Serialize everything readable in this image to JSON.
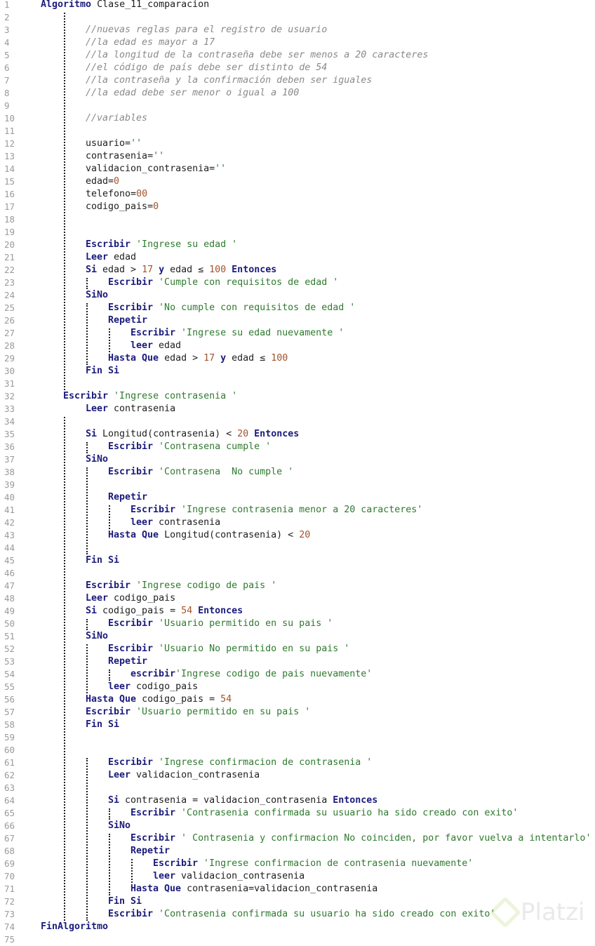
{
  "code": {
    "lines": [
      {
        "n": "1",
        "indent": 0,
        "tokens": [
          [
            "k",
            "Algoritmo"
          ],
          [
            "t",
            " Clase_11_comparacion"
          ]
        ]
      },
      {
        "n": "2",
        "indent": 0,
        "tokens": []
      },
      {
        "n": "3",
        "indent": 2,
        "tokens": [
          [
            "c",
            "//nuevas reglas para el registro de usuario"
          ]
        ]
      },
      {
        "n": "4",
        "indent": 2,
        "tokens": [
          [
            "c",
            "//la edad es mayor a 17"
          ]
        ]
      },
      {
        "n": "5",
        "indent": 2,
        "tokens": [
          [
            "c",
            "//la longitud de la contraseña debe ser menos a 20 caracteres"
          ]
        ]
      },
      {
        "n": "6",
        "indent": 2,
        "tokens": [
          [
            "c",
            "//el código de país debe ser distinto de 54"
          ]
        ]
      },
      {
        "n": "7",
        "indent": 2,
        "tokens": [
          [
            "c",
            "//la contraseña y la confirmación deben ser iguales"
          ]
        ]
      },
      {
        "n": "8",
        "indent": 2,
        "tokens": [
          [
            "c",
            "//la edad debe ser menor o igual a 100"
          ]
        ]
      },
      {
        "n": "9",
        "indent": 0,
        "tokens": []
      },
      {
        "n": "10",
        "indent": 2,
        "tokens": [
          [
            "c",
            "//variables"
          ]
        ]
      },
      {
        "n": "11",
        "indent": 0,
        "tokens": []
      },
      {
        "n": "12",
        "indent": 2,
        "tokens": [
          [
            "t",
            "usuario"
          ],
          [
            "o",
            "="
          ],
          [
            "s",
            "''"
          ]
        ]
      },
      {
        "n": "13",
        "indent": 2,
        "tokens": [
          [
            "t",
            "contrasenia"
          ],
          [
            "o",
            "="
          ],
          [
            "s",
            "''"
          ]
        ]
      },
      {
        "n": "14",
        "indent": 2,
        "tokens": [
          [
            "t",
            "validacion_contrasenia"
          ],
          [
            "o",
            "="
          ],
          [
            "s",
            "''"
          ]
        ]
      },
      {
        "n": "15",
        "indent": 2,
        "tokens": [
          [
            "t",
            "edad"
          ],
          [
            "o",
            "="
          ],
          [
            "n",
            "0"
          ]
        ]
      },
      {
        "n": "16",
        "indent": 2,
        "tokens": [
          [
            "t",
            "telefono"
          ],
          [
            "o",
            "="
          ],
          [
            "n",
            "00"
          ]
        ]
      },
      {
        "n": "17",
        "indent": 2,
        "tokens": [
          [
            "t",
            "codigo_pais"
          ],
          [
            "o",
            "="
          ],
          [
            "n",
            "0"
          ]
        ]
      },
      {
        "n": "18",
        "indent": 0,
        "tokens": []
      },
      {
        "n": "19",
        "indent": 0,
        "tokens": []
      },
      {
        "n": "20",
        "indent": 2,
        "tokens": [
          [
            "k",
            "Escribir"
          ],
          [
            "s",
            " 'Ingrese su edad '"
          ]
        ]
      },
      {
        "n": "21",
        "indent": 2,
        "tokens": [
          [
            "k",
            "Leer"
          ],
          [
            "t",
            " edad"
          ]
        ]
      },
      {
        "n": "22",
        "indent": 2,
        "tokens": [
          [
            "k",
            "Si"
          ],
          [
            "t",
            " edad > "
          ],
          [
            "n",
            "17"
          ],
          [
            "k",
            " y"
          ],
          [
            "t",
            " edad ≤ "
          ],
          [
            "n",
            "100"
          ],
          [
            "k",
            " Entonces"
          ]
        ]
      },
      {
        "n": "23",
        "indent": 3,
        "tokens": [
          [
            "k",
            "Escribir"
          ],
          [
            "s",
            " 'Cumple con requisitos de edad '"
          ]
        ]
      },
      {
        "n": "24",
        "indent": 2,
        "tokens": [
          [
            "k",
            "SiNo"
          ]
        ]
      },
      {
        "n": "25",
        "indent": 3,
        "tokens": [
          [
            "k",
            "Escribir"
          ],
          [
            "s",
            " 'No cumple con requisitos de edad '"
          ]
        ]
      },
      {
        "n": "26",
        "indent": 3,
        "tokens": [
          [
            "k",
            "Repetir"
          ]
        ]
      },
      {
        "n": "27",
        "indent": 4,
        "tokens": [
          [
            "k",
            "Escribir"
          ],
          [
            "s",
            " 'Ingrese su edad nuevamente '"
          ]
        ]
      },
      {
        "n": "28",
        "indent": 4,
        "tokens": [
          [
            "k",
            "leer"
          ],
          [
            "t",
            " edad"
          ]
        ]
      },
      {
        "n": "29",
        "indent": 3,
        "tokens": [
          [
            "k",
            "Hasta Que"
          ],
          [
            "t",
            " edad > "
          ],
          [
            "n",
            "17"
          ],
          [
            "k",
            " y"
          ],
          [
            "t",
            " edad ≤ "
          ],
          [
            "n",
            "100"
          ]
        ]
      },
      {
        "n": "30",
        "indent": 2,
        "tokens": [
          [
            "k",
            "Fin Si"
          ]
        ]
      },
      {
        "n": "31",
        "indent": 0,
        "tokens": []
      },
      {
        "n": "32",
        "indent": 1,
        "tokens": [
          [
            "k",
            "Escribir"
          ],
          [
            "s",
            " 'Ingrese contrasenia '"
          ]
        ]
      },
      {
        "n": "33",
        "indent": 2,
        "tokens": [
          [
            "k",
            "Leer"
          ],
          [
            "t",
            " contrasenia"
          ]
        ]
      },
      {
        "n": "34",
        "indent": 0,
        "tokens": []
      },
      {
        "n": "35",
        "indent": 2,
        "tokens": [
          [
            "k",
            "Si"
          ],
          [
            "t",
            " Longitud(contrasenia) < "
          ],
          [
            "n",
            "20"
          ],
          [
            "k",
            " Entonces"
          ]
        ]
      },
      {
        "n": "36",
        "indent": 3,
        "tokens": [
          [
            "k",
            "Escribir"
          ],
          [
            "s",
            " 'Contrasena cumple '"
          ]
        ]
      },
      {
        "n": "37",
        "indent": 2,
        "tokens": [
          [
            "k",
            "SiNo"
          ]
        ]
      },
      {
        "n": "38",
        "indent": 3,
        "tokens": [
          [
            "k",
            "Escribir"
          ],
          [
            "s",
            " 'Contrasena  No cumple '"
          ]
        ]
      },
      {
        "n": "39",
        "indent": 0,
        "tokens": []
      },
      {
        "n": "40",
        "indent": 3,
        "tokens": [
          [
            "k",
            "Repetir"
          ]
        ]
      },
      {
        "n": "41",
        "indent": 4,
        "tokens": [
          [
            "k",
            "Escribir"
          ],
          [
            "s",
            " 'Ingrese contrasenia menor a 20 caracteres'"
          ]
        ]
      },
      {
        "n": "42",
        "indent": 4,
        "tokens": [
          [
            "k",
            "leer"
          ],
          [
            "t",
            " contrasenia"
          ]
        ]
      },
      {
        "n": "43",
        "indent": 3,
        "tokens": [
          [
            "k",
            "Hasta Que"
          ],
          [
            "t",
            " Longitud(contrasenia) < "
          ],
          [
            "n",
            "20"
          ]
        ]
      },
      {
        "n": "44",
        "indent": 0,
        "tokens": []
      },
      {
        "n": "45",
        "indent": 2,
        "tokens": [
          [
            "k",
            "Fin Si"
          ]
        ]
      },
      {
        "n": "46",
        "indent": 0,
        "tokens": []
      },
      {
        "n": "47",
        "indent": 2,
        "tokens": [
          [
            "k",
            "Escribir"
          ],
          [
            "s",
            " 'Ingrese codigo de pais '"
          ]
        ]
      },
      {
        "n": "48",
        "indent": 2,
        "tokens": [
          [
            "k",
            "Leer"
          ],
          [
            "t",
            " codigo_pais"
          ]
        ]
      },
      {
        "n": "49",
        "indent": 2,
        "tokens": [
          [
            "k",
            "Si"
          ],
          [
            "t",
            " codigo_pais = "
          ],
          [
            "n",
            "54"
          ],
          [
            "k",
            " Entonces"
          ]
        ]
      },
      {
        "n": "50",
        "indent": 3,
        "tokens": [
          [
            "k",
            "Escribir"
          ],
          [
            "s",
            " 'Usuario permitido en su pais '"
          ]
        ]
      },
      {
        "n": "51",
        "indent": 2,
        "tokens": [
          [
            "k",
            "SiNo"
          ]
        ]
      },
      {
        "n": "52",
        "indent": 3,
        "tokens": [
          [
            "k",
            "Escribir"
          ],
          [
            "s",
            " 'Usuario No permitido en su pais '"
          ]
        ]
      },
      {
        "n": "53",
        "indent": 3,
        "tokens": [
          [
            "k",
            "Repetir"
          ]
        ]
      },
      {
        "n": "54",
        "indent": 4,
        "tokens": [
          [
            "k",
            "escribir"
          ],
          [
            "s",
            "'Ingrese codigo de pais nuevamente'"
          ]
        ]
      },
      {
        "n": "55",
        "indent": 3,
        "tokens": [
          [
            "k",
            "leer"
          ],
          [
            "t",
            " codigo_pais"
          ]
        ]
      },
      {
        "n": "56",
        "indent": 2,
        "tokens": [
          [
            "k",
            "Hasta Que"
          ],
          [
            "t",
            " codigo_pais = "
          ],
          [
            "n",
            "54"
          ]
        ]
      },
      {
        "n": "57",
        "indent": 2,
        "tokens": [
          [
            "k",
            "Escribir"
          ],
          [
            "s",
            " 'Usuario permitido en su pais '"
          ]
        ]
      },
      {
        "n": "58",
        "indent": 2,
        "tokens": [
          [
            "k",
            "Fin Si"
          ]
        ]
      },
      {
        "n": "59",
        "indent": 0,
        "tokens": []
      },
      {
        "n": "60",
        "indent": 0,
        "tokens": []
      },
      {
        "n": "61",
        "indent": 3,
        "tokens": [
          [
            "k",
            "Escribir"
          ],
          [
            "s",
            " 'Ingrese confirmacion de contrasenia '"
          ]
        ]
      },
      {
        "n": "62",
        "indent": 3,
        "tokens": [
          [
            "k",
            "Leer"
          ],
          [
            "t",
            " validacion_contrasenia"
          ]
        ]
      },
      {
        "n": "63",
        "indent": 0,
        "tokens": []
      },
      {
        "n": "64",
        "indent": 3,
        "tokens": [
          [
            "k",
            "Si"
          ],
          [
            "t",
            " contrasenia = validacion_contrasenia"
          ],
          [
            "k",
            " Entonces"
          ]
        ]
      },
      {
        "n": "65",
        "indent": 4,
        "tokens": [
          [
            "k",
            "Escribir"
          ],
          [
            "s",
            " 'Contrasenia confirmada su usuario ha sido creado con exito'"
          ]
        ]
      },
      {
        "n": "66",
        "indent": 3,
        "tokens": [
          [
            "k",
            "SiNo"
          ]
        ]
      },
      {
        "n": "67",
        "indent": 4,
        "tokens": [
          [
            "k",
            "Escribir"
          ],
          [
            "s",
            " ' Contrasenia y confirmacion No coinciden, por favor vuelva a intentarlo'"
          ]
        ]
      },
      {
        "n": "68",
        "indent": 4,
        "tokens": [
          [
            "k",
            "Repetir"
          ]
        ]
      },
      {
        "n": "69",
        "indent": 5,
        "tokens": [
          [
            "k",
            "Escribir"
          ],
          [
            "s",
            " 'Ingrese confirmacion de contrasenia nuevamente'"
          ]
        ]
      },
      {
        "n": "70",
        "indent": 5,
        "tokens": [
          [
            "k",
            "leer"
          ],
          [
            "t",
            " validacion_contrasenia"
          ]
        ]
      },
      {
        "n": "71",
        "indent": 4,
        "tokens": [
          [
            "k",
            "Hasta Que"
          ],
          [
            "t",
            " contrasenia=validacion_contrasenia"
          ]
        ]
      },
      {
        "n": "72",
        "indent": 3,
        "tokens": [
          [
            "k",
            "Fin Si"
          ]
        ]
      },
      {
        "n": "73",
        "indent": 3,
        "tokens": [
          [
            "k",
            "Escribir"
          ],
          [
            "s",
            " 'Contrasenia confirmada su usuario ha sido creado con exito'"
          ]
        ]
      },
      {
        "n": "74",
        "indent": 0,
        "tokens": [
          [
            "k",
            "FinAlgoritmo"
          ]
        ]
      },
      {
        "n": "75",
        "indent": 0,
        "tokens": []
      }
    ]
  },
  "watermark": "Platzi",
  "colors": {
    "keyword": "#1b1b7c",
    "string": "#2f7a2f",
    "number": "#a3532a",
    "comment": "#8a8a8a"
  }
}
